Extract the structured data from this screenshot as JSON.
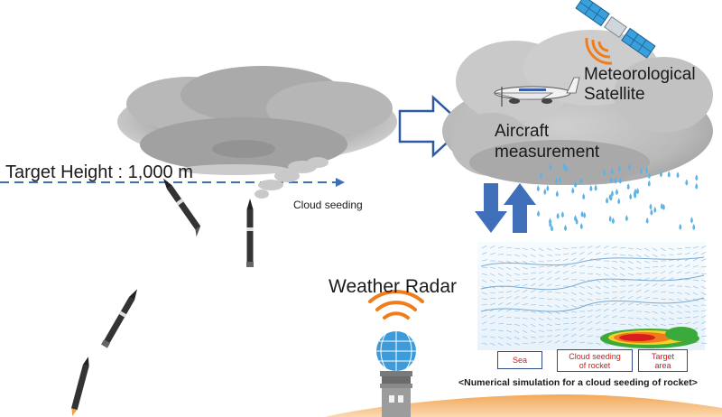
{
  "labels": {
    "target_height": "Target Height : 1,000 m",
    "cloud_seeding": "Cloud seeding",
    "meteorological_satellite_line1": "Meteorological",
    "meteorological_satellite_line2": "Satellite",
    "aircraft_line1": "Aircraft",
    "aircraft_line2": "measurement",
    "weather_radar": "Weather Radar",
    "sim_sea": "Sea",
    "sim_cloud_seeding_line1": "Cloud seeding",
    "sim_cloud_seeding_line2": "of rocket",
    "sim_target_line1": "Target",
    "sim_target_line2": "area",
    "sim_caption": "<Numerical simulation for a cloud seeding of rocket>"
  },
  "icons": [
    "cloud-icon",
    "rocket-icon",
    "satellite-icon",
    "aircraft-icon",
    "radar-icon",
    "arrow-right-icon",
    "arrow-down-icon",
    "arrow-up-icon",
    "signal-waves-icon",
    "rain-icon"
  ],
  "colors": {
    "cloud": "#9a9a9a",
    "dashed_line": "#3d6fb6",
    "block_arrow": "#3f6fb8",
    "signal": "#f07d1a",
    "rain": "#5eb3e6",
    "ground": "#f4b066",
    "sim_box_border": "#2f4a8a",
    "sim_text": "#d11a1a"
  }
}
